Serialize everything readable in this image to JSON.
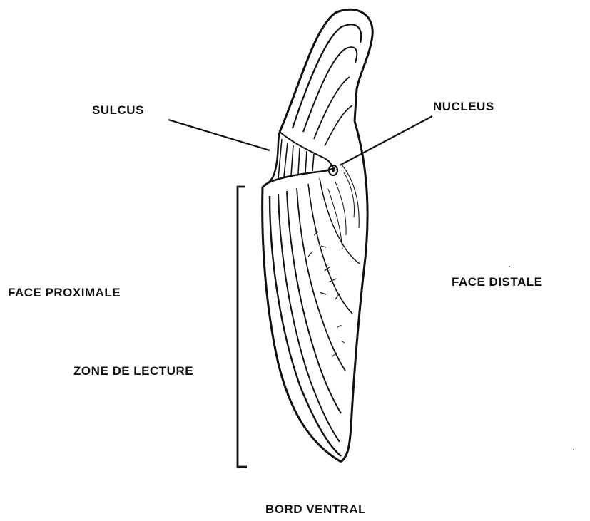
{
  "labels": {
    "sulcus": "SULCUS",
    "nucleus": "NUCLEUS",
    "face_proximale": "FACE PROXIMALE",
    "face_distale": "FACE DISTALE",
    "zone_lecture": "ZONE DE LECTURE",
    "bord_ventral": "BORD VENTRAL"
  },
  "colors": {
    "ink": "#111111",
    "background": "#ffffff"
  }
}
